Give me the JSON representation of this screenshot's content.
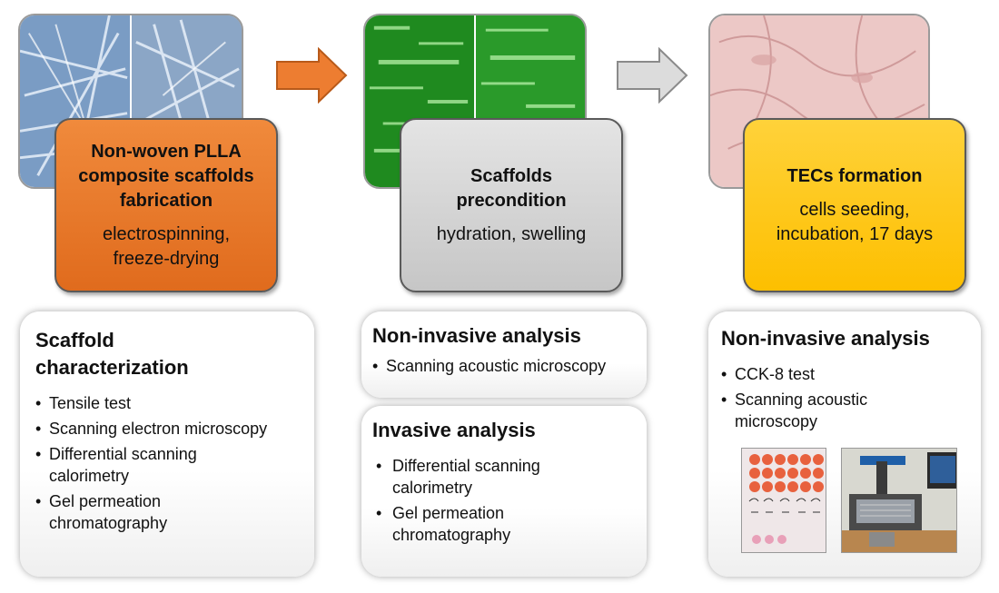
{
  "steps": [
    {
      "title": "Non-woven PLLA composite scaffolds fabrication",
      "title_lines": [
        "Non-woven PLLA",
        "composite scaffolds",
        "fabrication"
      ],
      "subtitle_lines": [
        "electrospinning,",
        "freeze-drying"
      ],
      "color": "#ec7a2c"
    },
    {
      "title_lines": [
        "Scaffolds",
        "precondition"
      ],
      "subtitle_lines": [
        "hydration, swelling"
      ],
      "color": "#d0d0d0"
    },
    {
      "title_lines": [
        "TECs formation"
      ],
      "subtitle_lines": [
        "cells seeding,",
        "incubation, 17 days"
      ],
      "color": "#fec30a"
    }
  ],
  "arrows": [
    {
      "color": "#ed7d31"
    },
    {
      "color": "#d9d9d9"
    }
  ],
  "panels": {
    "left": {
      "heading_lines": [
        "Scaffold",
        "characterization"
      ],
      "items": [
        "Tensile test",
        "Scanning electron microscopy",
        "Differential scanning calorimetry",
        "Gel permeation chromatography"
      ]
    },
    "middle_top": {
      "heading": "Non-invasive analysis",
      "items": [
        "Scanning acoustic microscopy"
      ]
    },
    "middle_bottom": {
      "heading": "Invasive analysis",
      "items": [
        "Differential scanning calorimetry",
        "Gel permeation chromatography"
      ]
    },
    "right": {
      "heading": "Non-invasive analysis",
      "items": [
        "CCK-8 test",
        "Scanning acoustic microscopy"
      ]
    }
  }
}
